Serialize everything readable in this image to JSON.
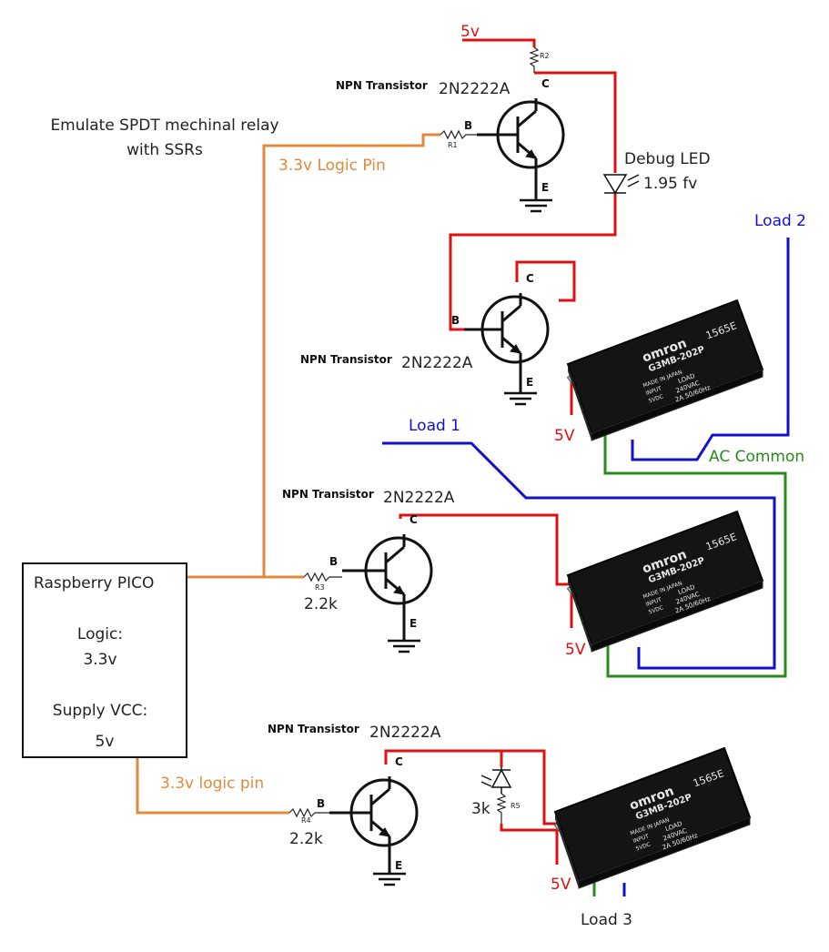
{
  "title_note": [
    "Emulate SPDT mechinal relay",
    "with SSRs"
  ],
  "pico": {
    "title": "Raspberry PICO",
    "logic_label": "Logic:",
    "logic_value": "3.3v",
    "supply_label": "Supply VCC:",
    "supply_value": "5v"
  },
  "labels": {
    "supply_5v": "5v",
    "logic_pin_1": "3.3v Logic Pin",
    "logic_pin_2": "3.3v logic pin",
    "debug_led": [
      "Debug LED",
      "1.95 fv"
    ],
    "load_1": "Load 1",
    "load_2": "Load 2",
    "load_3": "Load 3",
    "ac_common": "AC Common",
    "ssr_5v": "5V",
    "r3_value": "2.2k",
    "r4_value": "2.2k",
    "r5_value": "3k"
  },
  "transistor": {
    "type_label": "NPN Transistor",
    "part": "2N2222A",
    "pin_b": "B",
    "pin_c": "C",
    "pin_e": "E"
  },
  "resistors": {
    "r1": "R1",
    "r2": "R2",
    "r3": "R3",
    "r4": "R4",
    "r5": "R5"
  },
  "ssr": {
    "brand": "omron",
    "model": "G3MB-202P",
    "code": "1565E",
    "origin": "MADE IN JAPAN",
    "input": "INPUT",
    "input_v": "5VDC",
    "load": "LOAD",
    "load_v": "240VAC",
    "load_a": "2A 50/60Hz"
  },
  "colors": {
    "red": "#dd1111",
    "orange": "#e08a3c",
    "blue": "#1111cc",
    "green": "#2a8a1e",
    "black": "#111111"
  }
}
